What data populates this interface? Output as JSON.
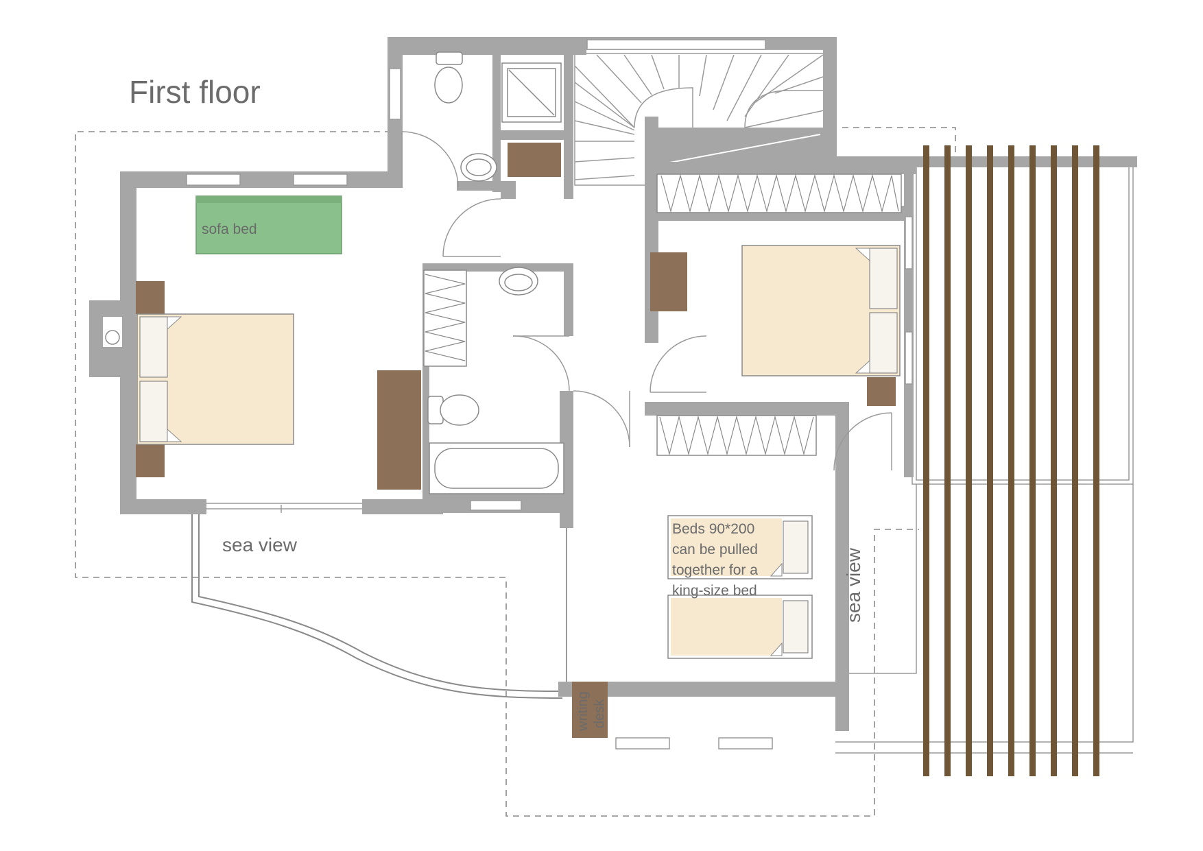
{
  "title": "First floor",
  "labels": {
    "sofa": "sofa bed",
    "sea_view_left": "sea view",
    "sea_view_right": "sea view",
    "desk_line1": "writing",
    "desk_line2": "desk",
    "beds_note": [
      "Beds 90*200",
      "can be pulled",
      "together for a",
      "king-size bed"
    ]
  },
  "colors": {
    "wall": "#a6a6a6",
    "furniture_brown": "#8c7057",
    "bed_fill": "#f6e9d0",
    "pillow_fill": "#f7f4ee",
    "sofa_green": "#89c08b",
    "pergola_beam": "#6e5636",
    "text": "#6b6b6b"
  }
}
